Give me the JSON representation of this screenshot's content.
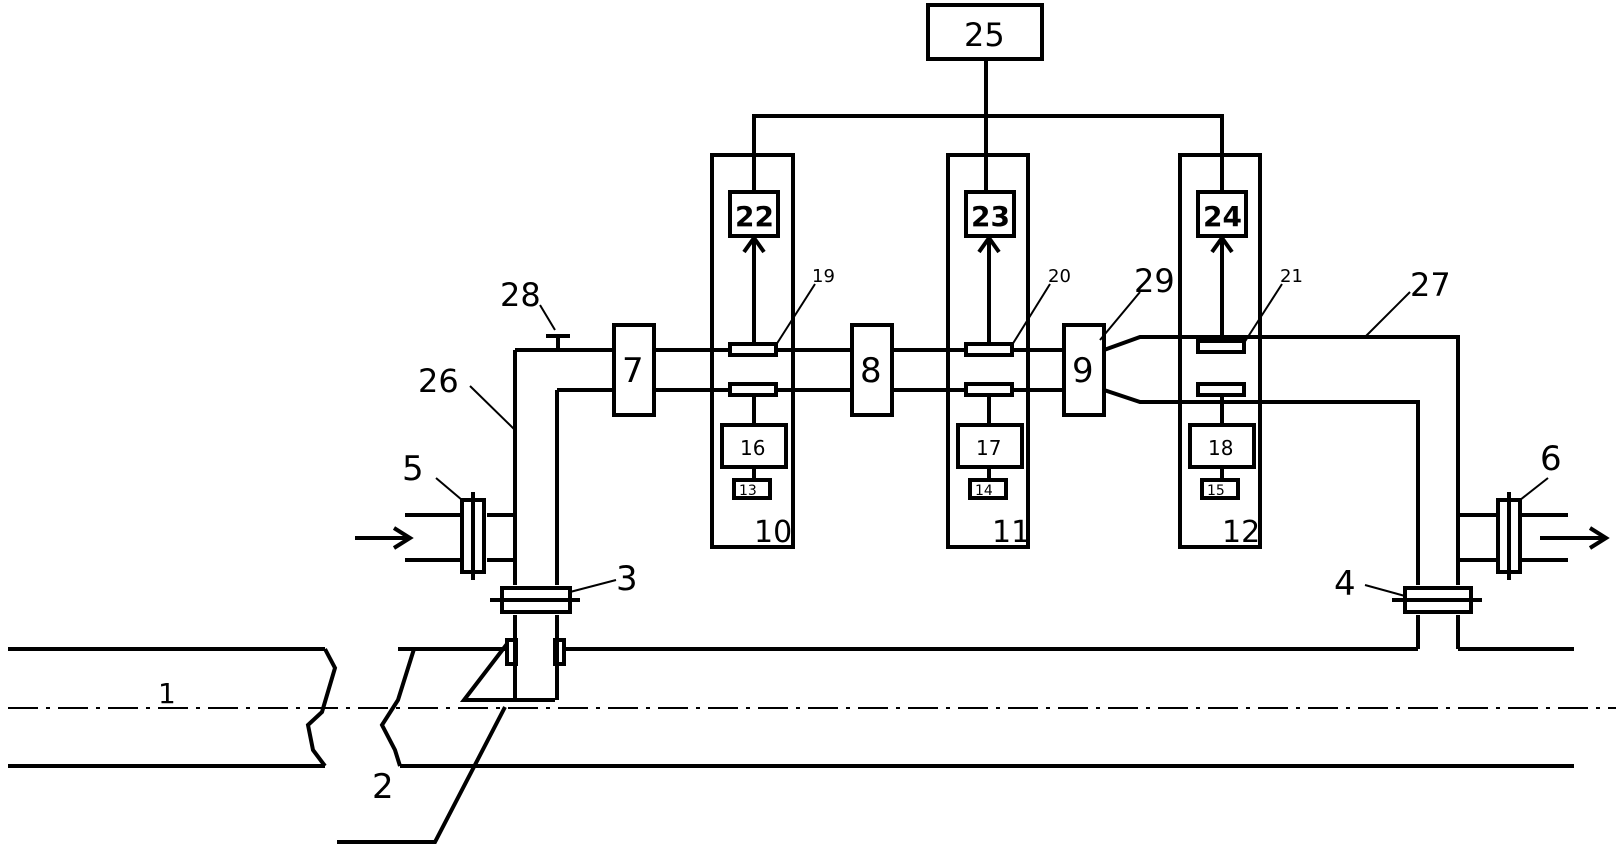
{
  "diagram": {
    "pipe_main_label": "1",
    "inlet_label": "2",
    "valve_left_label": "3",
    "valve_right_label": "4",
    "flange_left_label": "5",
    "flange_right_label": "6",
    "unit_a_label": "7",
    "unit_b_label": "8",
    "unit_c_label": "9",
    "station_a_label": "10",
    "station_b_label": "11",
    "station_c_label": "12",
    "sub_a_label": "13",
    "sub_b_label": "14",
    "sub_c_label": "15",
    "lower_a_label": "16",
    "lower_b_label": "17",
    "lower_c_label": "18",
    "probe_a_label": "19",
    "probe_b_label": "20",
    "probe_c_label": "21",
    "upper_a_label": "22",
    "upper_b_label": "23",
    "upper_c_label": "24",
    "hub_label": "25",
    "pipe_left_label": "26",
    "pipe_right_label": "27",
    "port_label": "28",
    "taper_label": "29"
  }
}
